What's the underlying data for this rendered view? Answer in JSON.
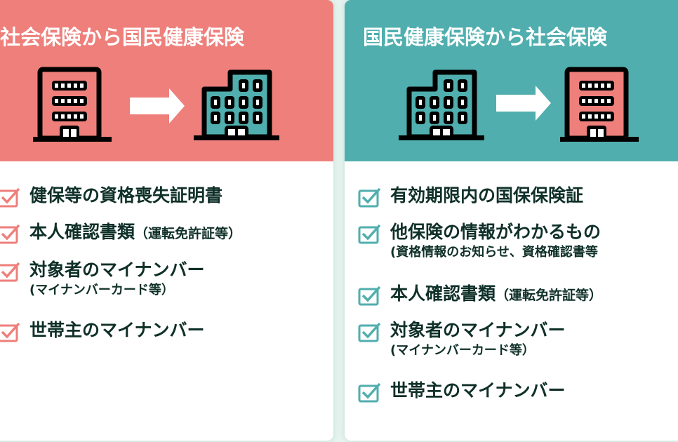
{
  "left": {
    "title": "社会保険から国民健康保険",
    "from_icon": "office-building-icon",
    "to_icon": "office-building-icon",
    "items": [
      {
        "text": "健保等の資格喪失証明書",
        "note": ""
      },
      {
        "text": "本人確認書類",
        "note": "（運転免許証等）"
      },
      {
        "text": "対象者のマイナンバー",
        "sub": "(マイナンバーカード等）"
      },
      {
        "text": "世帯主のマイナンバー",
        "note": ""
      }
    ]
  },
  "right": {
    "title": "国民健康保険から社会保険",
    "items": [
      {
        "text": "有効期限内の国保保険証"
      },
      {
        "text": "他保険の情報がわかるもの",
        "sub": "(資格情報のお知らせ、資格確認書等"
      },
      {
        "text": "本人確認書類",
        "note": "（運転免許証等）"
      },
      {
        "text": "対象者のマイナンバー",
        "sub": "(マイナンバーカード等）"
      },
      {
        "text": "世帯主のマイナンバー"
      }
    ]
  },
  "colors": {
    "pink": "#ee7f7b",
    "teal": "#50aeae",
    "text": "#0f3028",
    "background": "#e6f3ef"
  }
}
